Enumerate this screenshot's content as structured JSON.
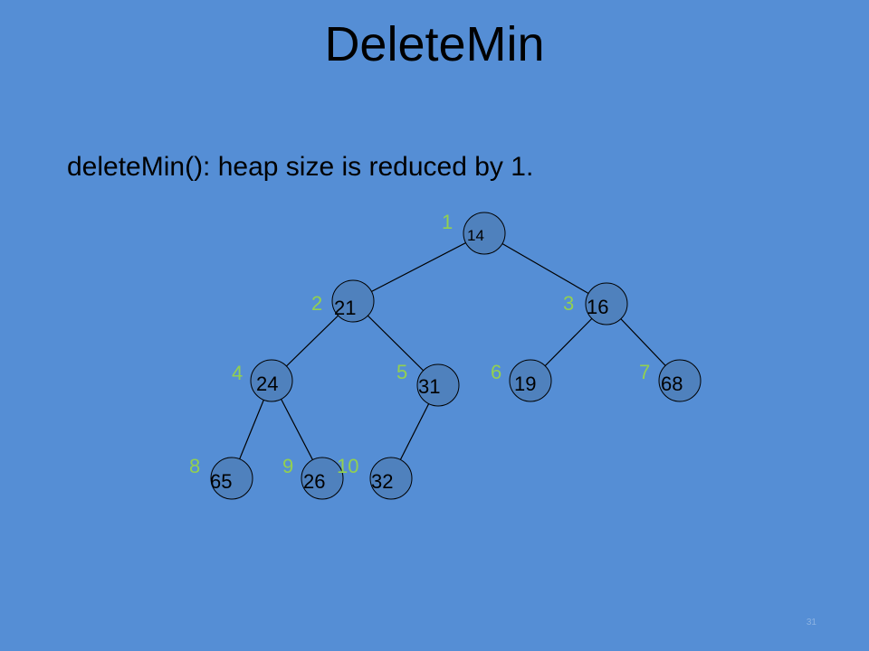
{
  "slide": {
    "title": "DeleteMin",
    "subtitle": "deleteMin(): heap size is reduced by 1.",
    "page_number": "31"
  },
  "colors": {
    "background": "#558ed5",
    "node_fill": "#4f81bd",
    "index_label": "#92d050",
    "highlight_value": "#1f497d"
  },
  "heap": {
    "nodes": [
      {
        "index": "1",
        "value": "14"
      },
      {
        "index": "2",
        "value": "21",
        "highlight": true
      },
      {
        "index": "3",
        "value": "16"
      },
      {
        "index": "4",
        "value": "24"
      },
      {
        "index": "5",
        "value": "31"
      },
      {
        "index": "6",
        "value": "19"
      },
      {
        "index": "7",
        "value": "68"
      },
      {
        "index": "8",
        "value": "65"
      },
      {
        "index": "9",
        "value": "26"
      },
      {
        "index": "10",
        "value": "32"
      }
    ],
    "edges": [
      [
        1,
        2
      ],
      [
        1,
        3
      ],
      [
        2,
        4
      ],
      [
        2,
        5
      ],
      [
        3,
        6
      ],
      [
        3,
        7
      ],
      [
        4,
        8
      ],
      [
        4,
        9
      ],
      [
        5,
        10
      ]
    ]
  }
}
